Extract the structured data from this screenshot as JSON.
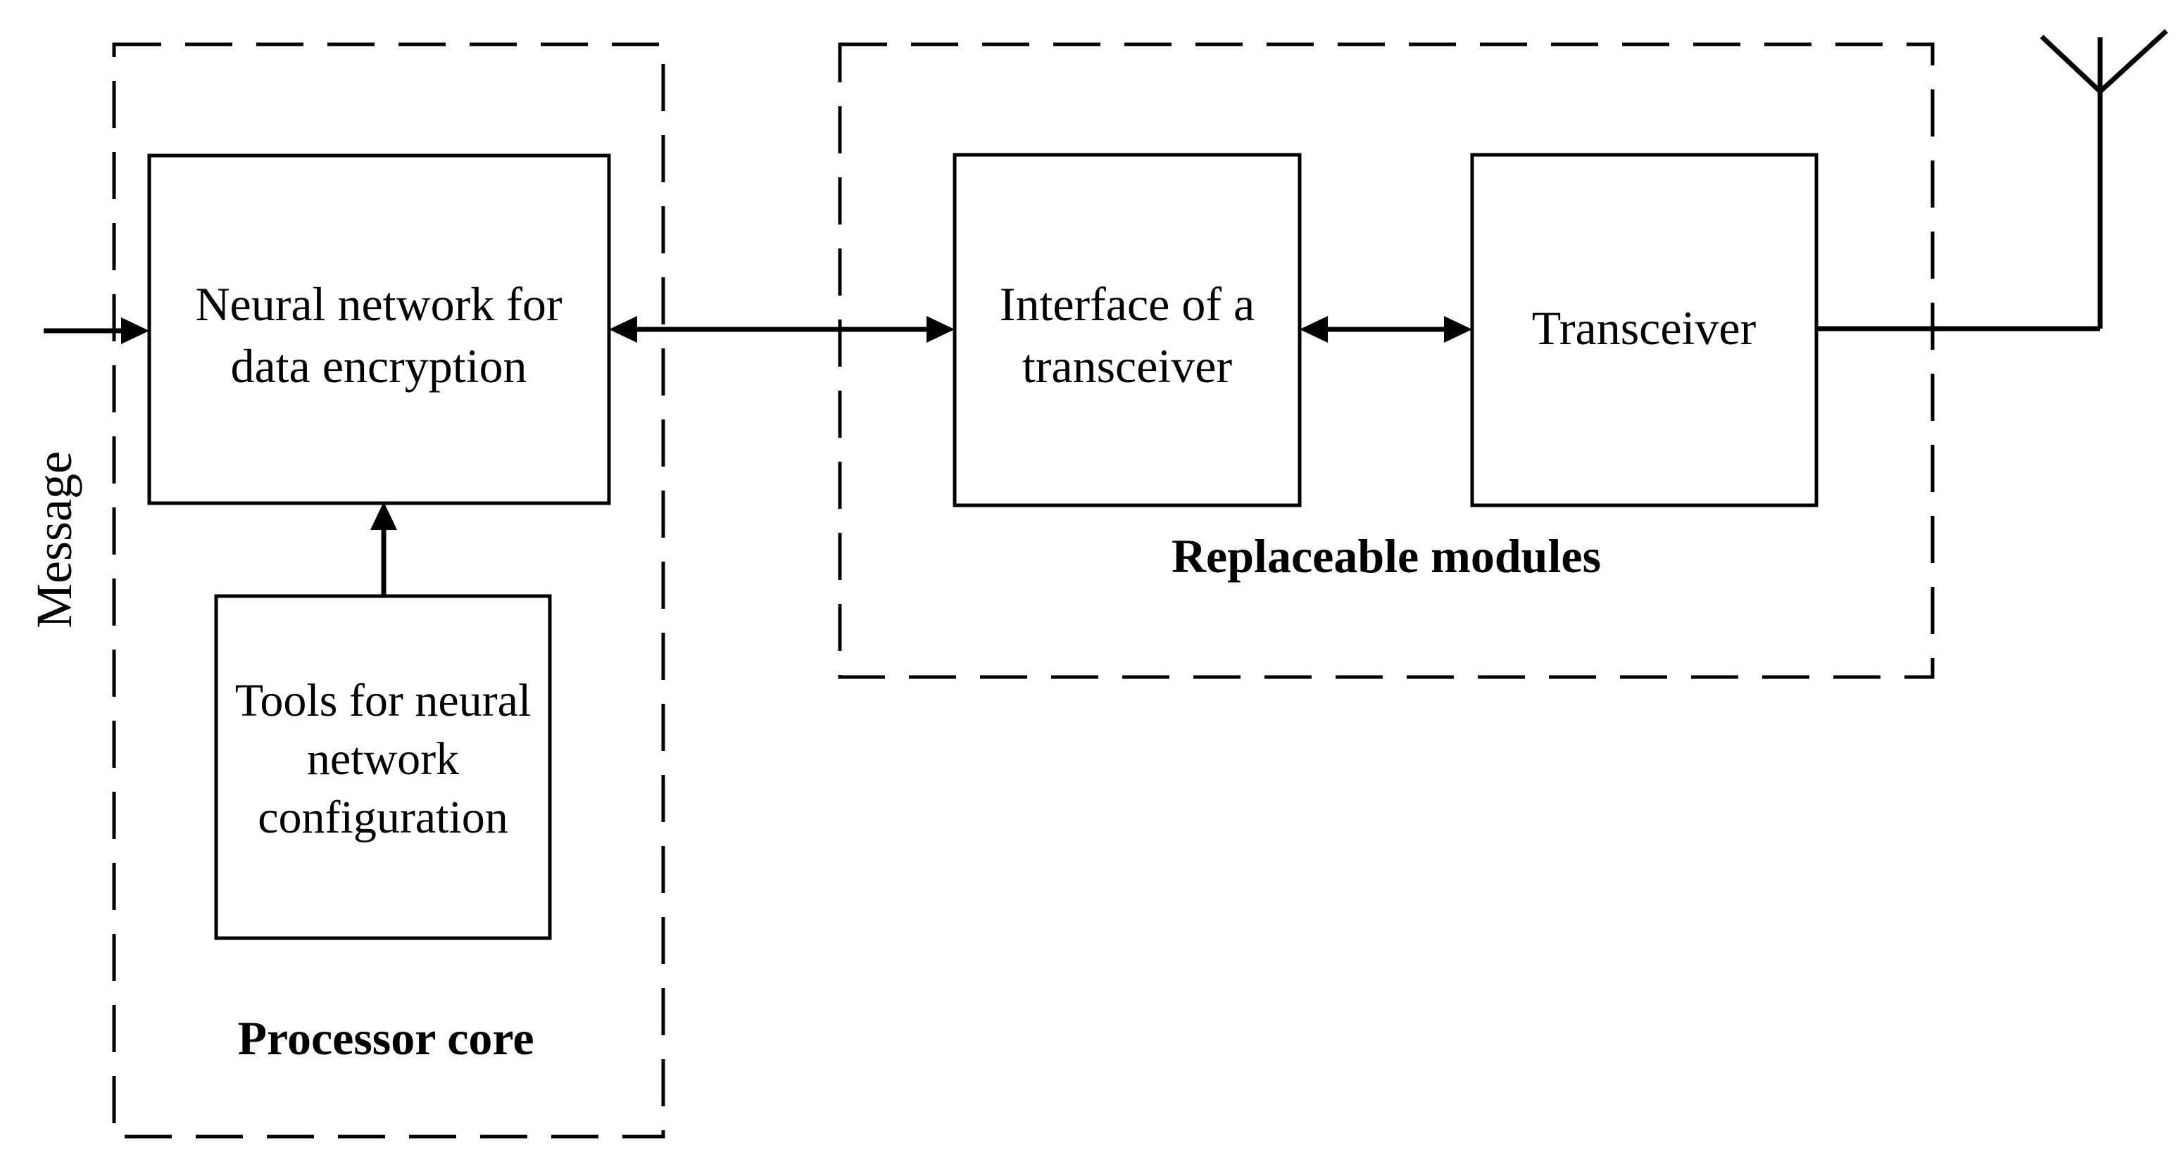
{
  "diagram": {
    "colors": {
      "ink": "#000000",
      "background": "#ffffff"
    },
    "input_label": "Message",
    "processor_core": {
      "label": "Processor core",
      "neural_box": {
        "line1": "Neural network for",
        "line2": "data encryption"
      },
      "tools_box": {
        "line1": "Tools for neural",
        "line2": "network",
        "line3": "configuration"
      }
    },
    "replaceable_modules": {
      "label": "Replaceable modules",
      "interface_box": {
        "line1": "Interface of a",
        "line2": "transceiver"
      },
      "transceiver_box": {
        "label": "Transceiver"
      }
    },
    "icons": {
      "antenna": "antenna-icon"
    }
  }
}
